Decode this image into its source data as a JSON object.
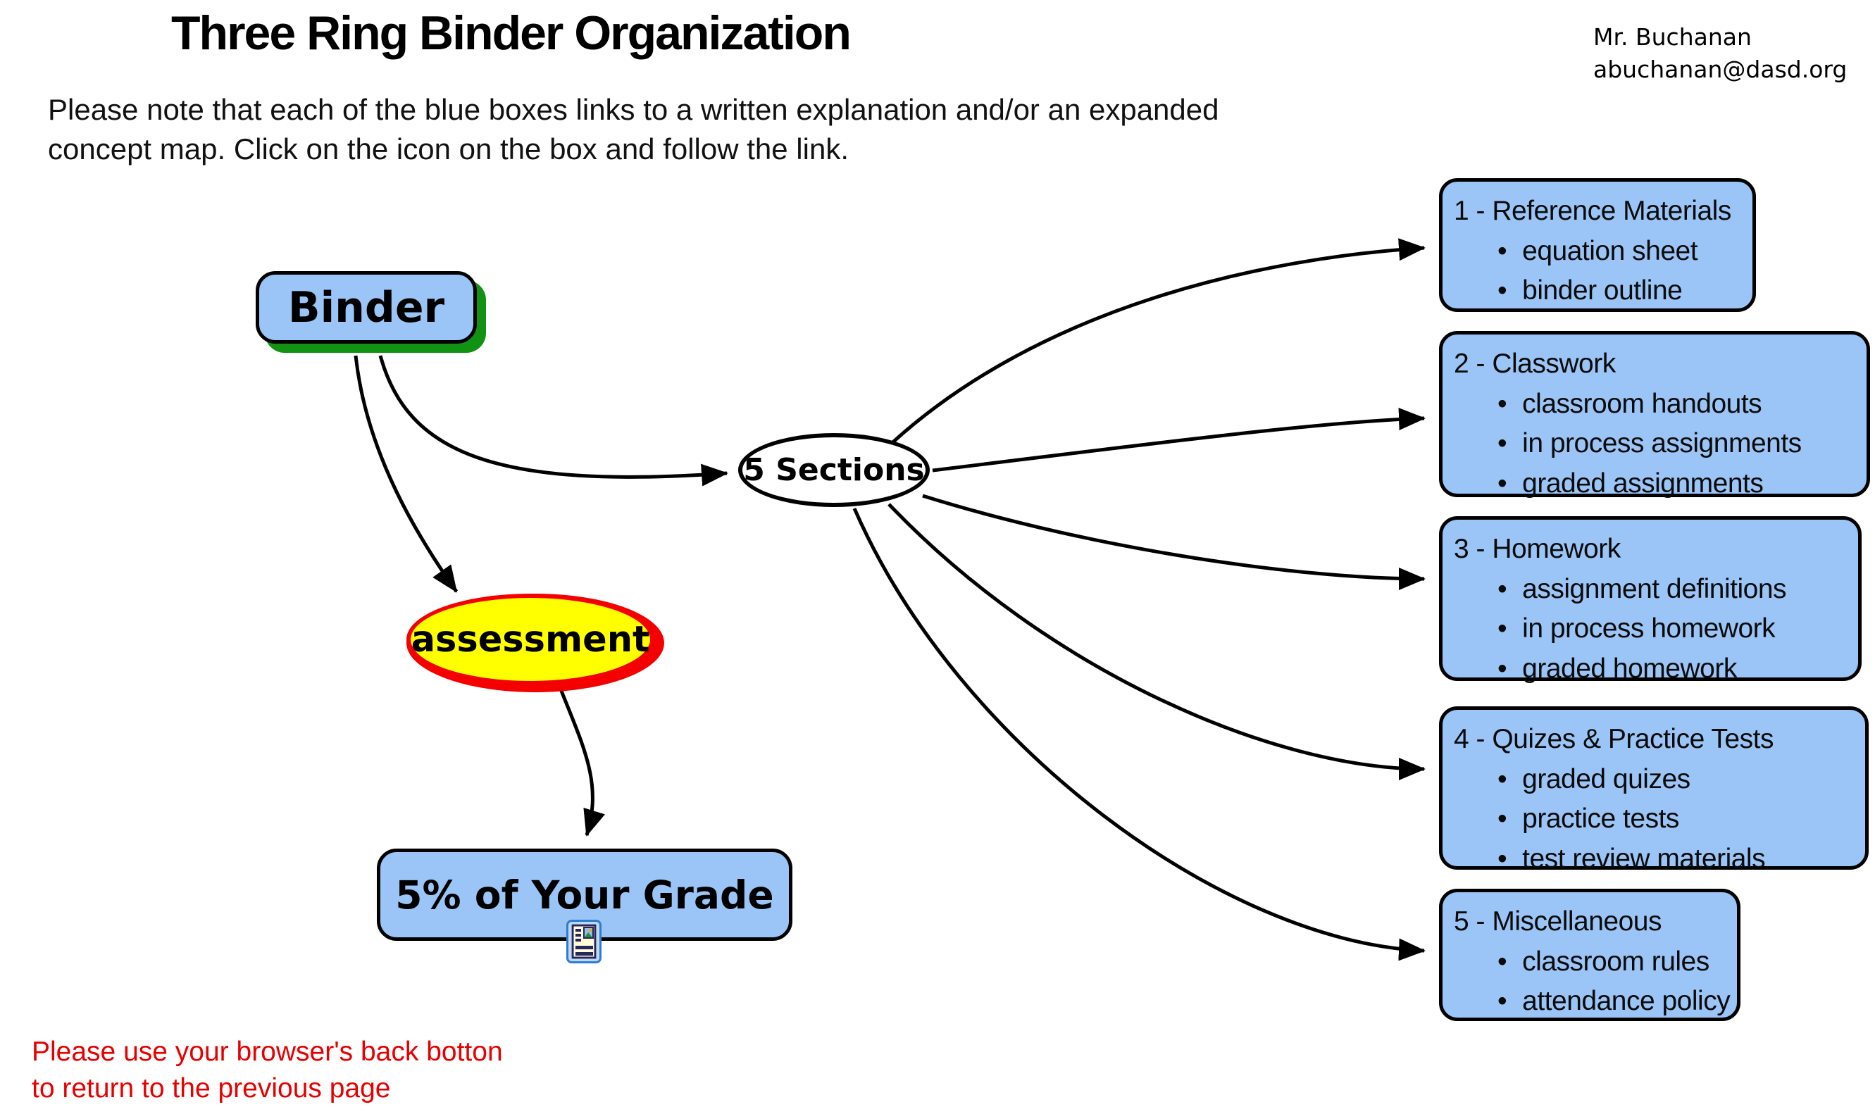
{
  "header": {
    "title": "Three Ring Binder Organization",
    "author_name": "Mr. Buchanan",
    "author_email": "abuchanan@dasd.org"
  },
  "intro": {
    "line1": "Please note that each of the blue boxes links to a written explanation and/or an expanded",
    "line2": "concept map. Click on the icon on the box and follow the link."
  },
  "nodes": {
    "binder": "Binder",
    "sections": "5 Sections",
    "assessment": "assessment",
    "grade": "5% of Your Grade"
  },
  "section_boxes": [
    {
      "title": "1 - Reference Materials",
      "items": [
        "equation sheet",
        "binder outline"
      ]
    },
    {
      "title": "2 - Classwork",
      "items": [
        "classroom handouts",
        "in process assignments",
        "graded assignments"
      ]
    },
    {
      "title": "3 - Homework",
      "items": [
        "assignment definitions",
        "in process homework",
        "graded homework"
      ]
    },
    {
      "title": "4 - Quizes & Practice Tests",
      "items": [
        "graded quizes",
        "practice tests",
        "test review materials"
      ]
    },
    {
      "title": "5 - Miscellaneous",
      "items": [
        "classroom rules",
        "attendance policy"
      ]
    }
  ],
  "footer": {
    "line1": "Please use your browser's back botton",
    "line2": "to return to the previous page"
  },
  "icons": {
    "document_link": "document-with-image-icon"
  },
  "colors": {
    "node_blue": "#9AC5F6",
    "binder_shadow_green": "#129212",
    "assessment_yellow": "#FFFF00",
    "assessment_red": "#F40000",
    "footer_red": "#E80000",
    "line_black": "#000000"
  }
}
